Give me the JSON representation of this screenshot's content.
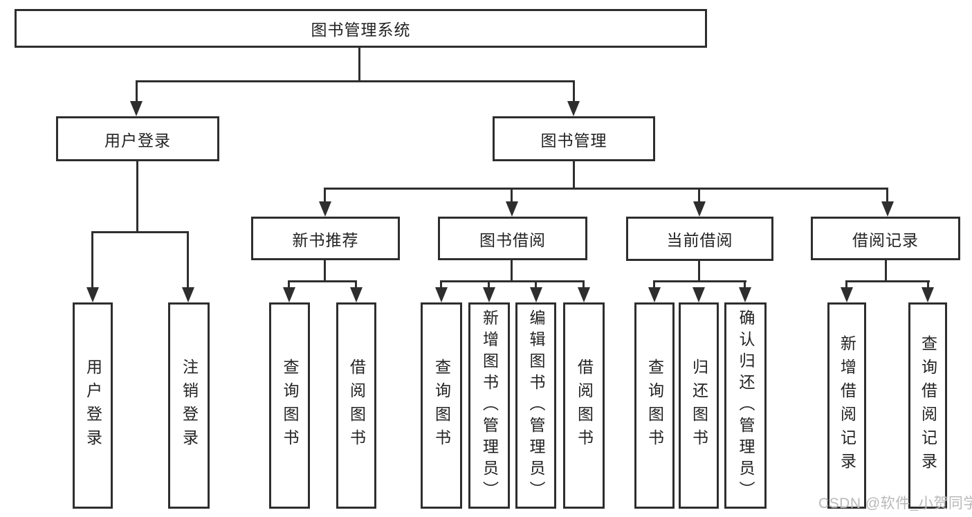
{
  "colors": {
    "line": "#2e2e2e",
    "text": "#222222",
    "background": "#ffffff",
    "watermark_text": "#b9b9b9"
  },
  "diagram": {
    "root": {
      "label": "图书管理系统"
    },
    "branches": [
      {
        "label": "用户登录",
        "children": [
          {
            "label": "用户登录"
          },
          {
            "label": "注销登录"
          }
        ]
      },
      {
        "label": "图书管理",
        "children": [
          {
            "label": "新书推荐",
            "children": [
              {
                "label": "查询图书"
              },
              {
                "label": "借阅图书"
              }
            ]
          },
          {
            "label": "图书借阅",
            "children": [
              {
                "label": "查询图书"
              },
              {
                "label": "新增图书（管理员）"
              },
              {
                "label": "编辑图书（管理员）"
              },
              {
                "label": "借阅图书"
              }
            ]
          },
          {
            "label": "当前借阅",
            "children": [
              {
                "label": "查询图书"
              },
              {
                "label": "归还图书"
              },
              {
                "label": "确认归还（管理员）"
              }
            ]
          },
          {
            "label": "借阅记录",
            "children": [
              {
                "label": "新增借阅记录"
              },
              {
                "label": "查询借阅记录"
              }
            ]
          }
        ]
      }
    ]
  },
  "watermark": {
    "text": "CSDN @软件_小贺同学"
  }
}
